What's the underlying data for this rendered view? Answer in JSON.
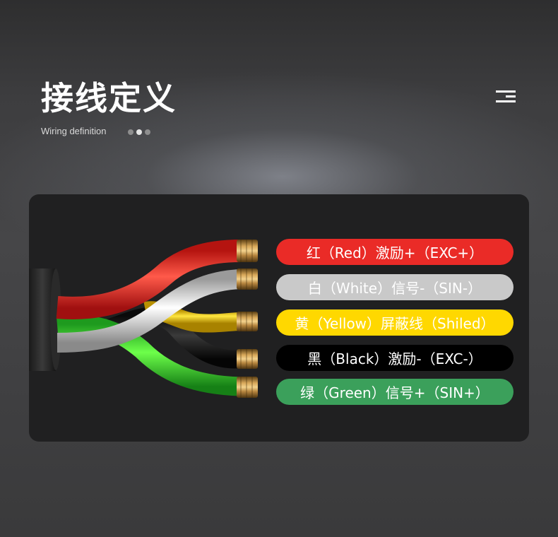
{
  "header": {
    "title": "接线定义",
    "subtitle": "Wiring definition",
    "pagination": {
      "count": 3,
      "active_index": 1
    }
  },
  "wires": [
    {
      "label": "红（Red）激励+（EXC+）",
      "color": "#ea2b27",
      "text_color": "#ffffff"
    },
    {
      "label": "白（White）信号-（SIN-）",
      "color": "#c9c9c9",
      "text_color": "#ffffff"
    },
    {
      "label": "黄（Yellow）屏蔽线（Shiled）",
      "color": "#ffd800",
      "text_color": "#ffffff"
    },
    {
      "label": "黑（Black）激励-（EXC-）",
      "color": "#000000",
      "text_color": "#ffffff"
    },
    {
      "label": "绿（Green）信号+（SIN+）",
      "color": "#3ba05b",
      "text_color": "#ffffff"
    }
  ]
}
